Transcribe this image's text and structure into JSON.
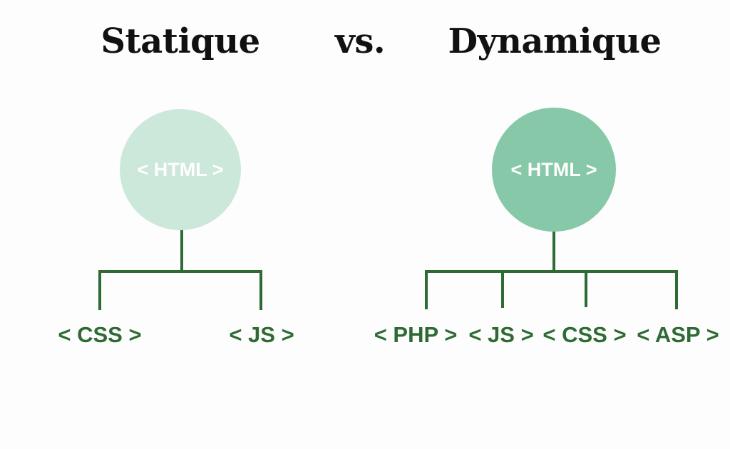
{
  "titles": {
    "static": "Statique",
    "vs": "vs.",
    "dynamic": "Dynamique"
  },
  "static_tree": {
    "root": "< HTML >",
    "children": [
      "< CSS >",
      "< JS >"
    ]
  },
  "dynamic_tree": {
    "root": "< HTML >",
    "children": [
      "< PHP >",
      "< JS >",
      "< CSS >",
      "< ASP >"
    ]
  },
  "colors": {
    "static_circle": "#cce8da",
    "dynamic_circle": "#86c8a8",
    "tree_green": "#2e6b34"
  }
}
